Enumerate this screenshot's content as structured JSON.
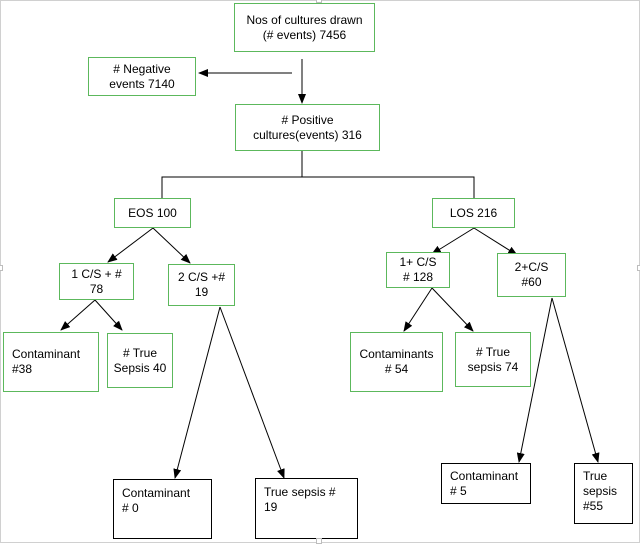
{
  "colors": {
    "green_border": "#5cb85c",
    "black_border": "#000000",
    "arrow": "#000000"
  },
  "nodes": {
    "root": "Nos of cultures drawn\n(# events) 7456",
    "negative": "# Negative\nevents 7140",
    "positive": "# Positive\ncultures(events) 316",
    "eos": "EOS 100",
    "los": "LOS 216",
    "eos_1cs": "1 C/S + #\n78",
    "eos_2cs": "2 C/S +#\n19",
    "los_1cs": "1+ C/S\n# 128",
    "los_2cs": "2+C/S\n#60",
    "eos_1_contaminant": "Contaminant\n#38",
    "eos_1_true": "# True\nSepsis 40",
    "eos_2_contaminant": "Contaminant\n# 0",
    "eos_2_true": "True sepsis #\n19",
    "los_1_contaminants": "Contaminants\n# 54",
    "los_1_true": "# True\nsepsis 74",
    "los_2_contaminant": "Contaminant\n# 5",
    "los_2_true": "True\nsepsis\n#55"
  }
}
